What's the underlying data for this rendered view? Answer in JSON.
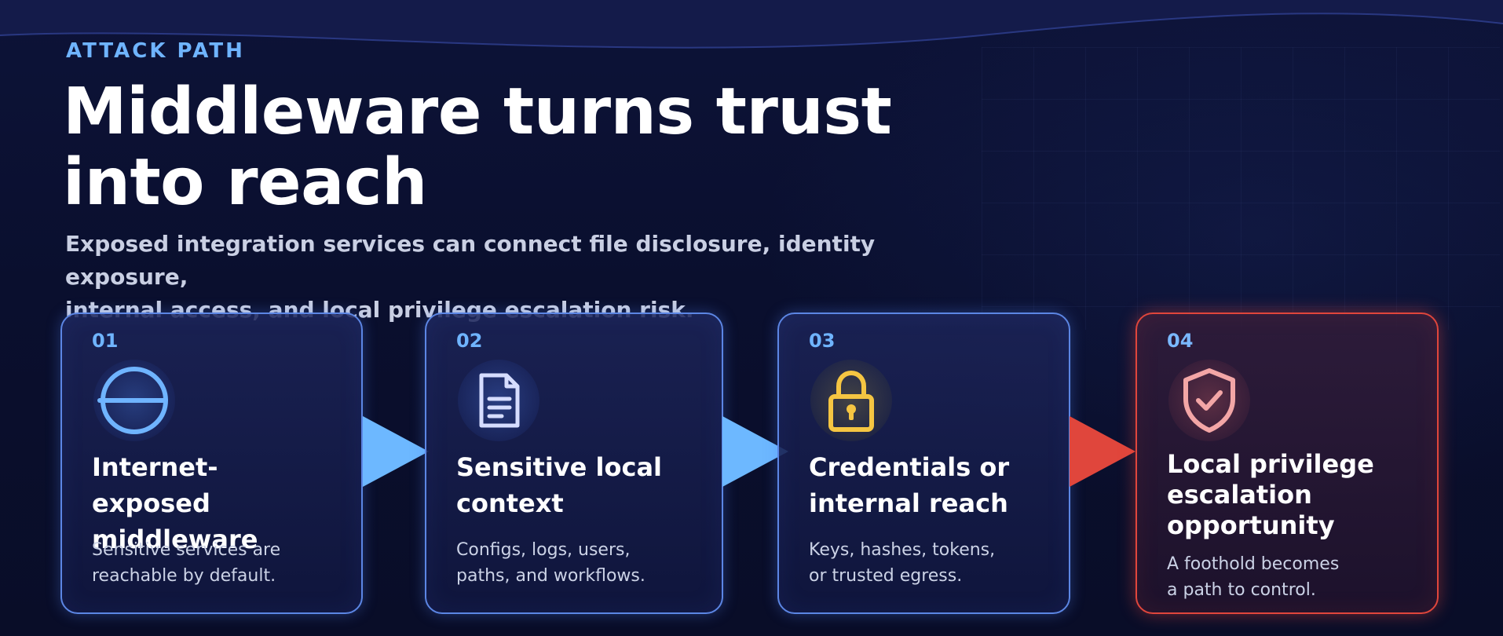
{
  "eyebrow": "ATTACK PATH",
  "headline_line1": "Middleware turns trust",
  "headline_line2": "into reach",
  "subhead_line1": "Exposed integration services can connect file disclosure, identity exposure,",
  "subhead_line2": "internal access, and local privilege escalation risk.",
  "colors": {
    "accent_blue": "#6fb4ff",
    "card_border": "#5c86e4",
    "danger_red": "#e0463c",
    "lock_yellow": "#f5c542",
    "shield_pink": "#f3a6a6"
  },
  "steps": [
    {
      "number": "01",
      "icon": "globe-icon",
      "title_line1": "Internet-exposed",
      "title_line2": "middleware",
      "desc_line1": "Sensitive services are",
      "desc_line2": "reachable by default."
    },
    {
      "number": "02",
      "icon": "document-icon",
      "title_line1": "Sensitive local",
      "title_line2": "context",
      "desc_line1": "Configs, logs, users,",
      "desc_line2": "paths, and workflows."
    },
    {
      "number": "03",
      "icon": "padlock-icon",
      "title_line1": "Credentials or",
      "title_line2": "internal reach",
      "desc_line1": "Keys, hashes, tokens,",
      "desc_line2": "or trusted egress."
    },
    {
      "number": "04",
      "icon": "shield-check-icon",
      "title_line1": "Local privilege",
      "title_line2": "escalation",
      "title_line3": "opportunity",
      "desc_line1": "A foothold becomes",
      "desc_line2": "a path to control."
    }
  ]
}
